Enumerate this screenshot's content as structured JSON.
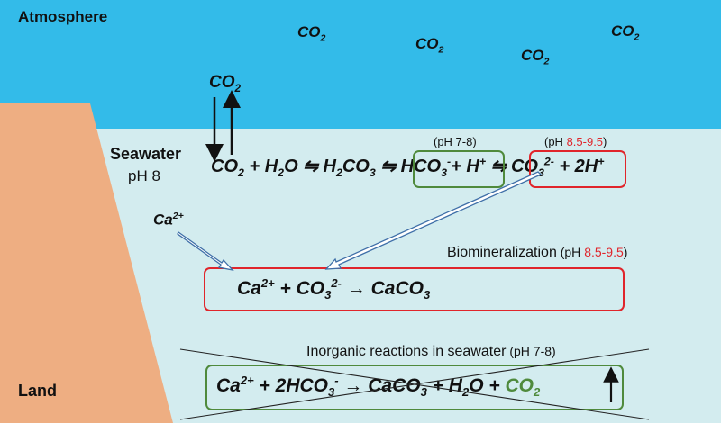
{
  "regions": {
    "atmosphere": "Atmosphere",
    "seawater": "Seawater",
    "seawater_ph": "pH 8",
    "land": "Land"
  },
  "atmosphere_co2": [
    "CO",
    "CO",
    "CO",
    "CO"
  ],
  "co2_sub": "2",
  "exchange": {
    "co2": "CO",
    "sub": "2"
  },
  "equilibrium": {
    "co2": "CO",
    "co2_sub": "2",
    "plus1": " + ",
    "h2o": "H",
    "h2o_sub": "2",
    "h2o_o": "O",
    "arrow": " ⇋ ",
    "h2co3_h": "H",
    "h2co3_sub1": "2",
    "h2co3_co": "CO",
    "h2co3_sub2": "3",
    "arrow2": " ⇋ ",
    "hco3": "HCO",
    "hco3_sub": "3",
    "hco3_sup": "-",
    "plus_h": "+ H",
    "h_sup": "+",
    "arrow3": " ⇋ ",
    "co3": "CO",
    "co3_sub": "3",
    "co3_sup": "2-",
    "plus_2h": " + 2H",
    "h2_sup": "+"
  },
  "ph_labels": {
    "green_box": "(pH 7-8)",
    "red_box_prefix": "(pH ",
    "red_box_range": "8.5-9.5",
    "red_box_suffix": ")"
  },
  "calcium_ion": {
    "ca": "Ca",
    "sup": "2+"
  },
  "biomineralization": {
    "label": "Biomineralization",
    "ph_prefix": "(pH ",
    "ph_range": "8.5-9.5",
    "ph_suffix": ")",
    "ca": "Ca",
    "ca_sup": "2+",
    "plus": " + ",
    "co3": "CO",
    "co3_sub": "3",
    "co3_sup": "2-",
    "arrow": " → ",
    "caco3": "CaCO",
    "caco3_sub": "3"
  },
  "inorganic": {
    "label": "Inorganic reactions in seawater",
    "ph": "(pH 7-8)",
    "ca": "Ca",
    "ca_sup": "2+",
    "plus1": " + 2HCO",
    "hco3_sub": "3",
    "hco3_sup": "-",
    "arrow": " → ",
    "caco3": "CaCO",
    "caco3_sub": "3",
    "plus2": " + H",
    "h2o_sub": "2",
    "h2o_o": "O",
    "plus3": " + ",
    "co2": "CO",
    "co2_sub": "2"
  },
  "colors": {
    "atmosphere": "#33bbe9",
    "seawater": "#d3ecef",
    "land": "#eeae82",
    "green_box": "#4f8a3c",
    "red_box": "#e0252b",
    "highlight_red": "#e0252b",
    "highlight_green": "#4f8a3c",
    "hollow_arrow": "#3f6fa8"
  }
}
